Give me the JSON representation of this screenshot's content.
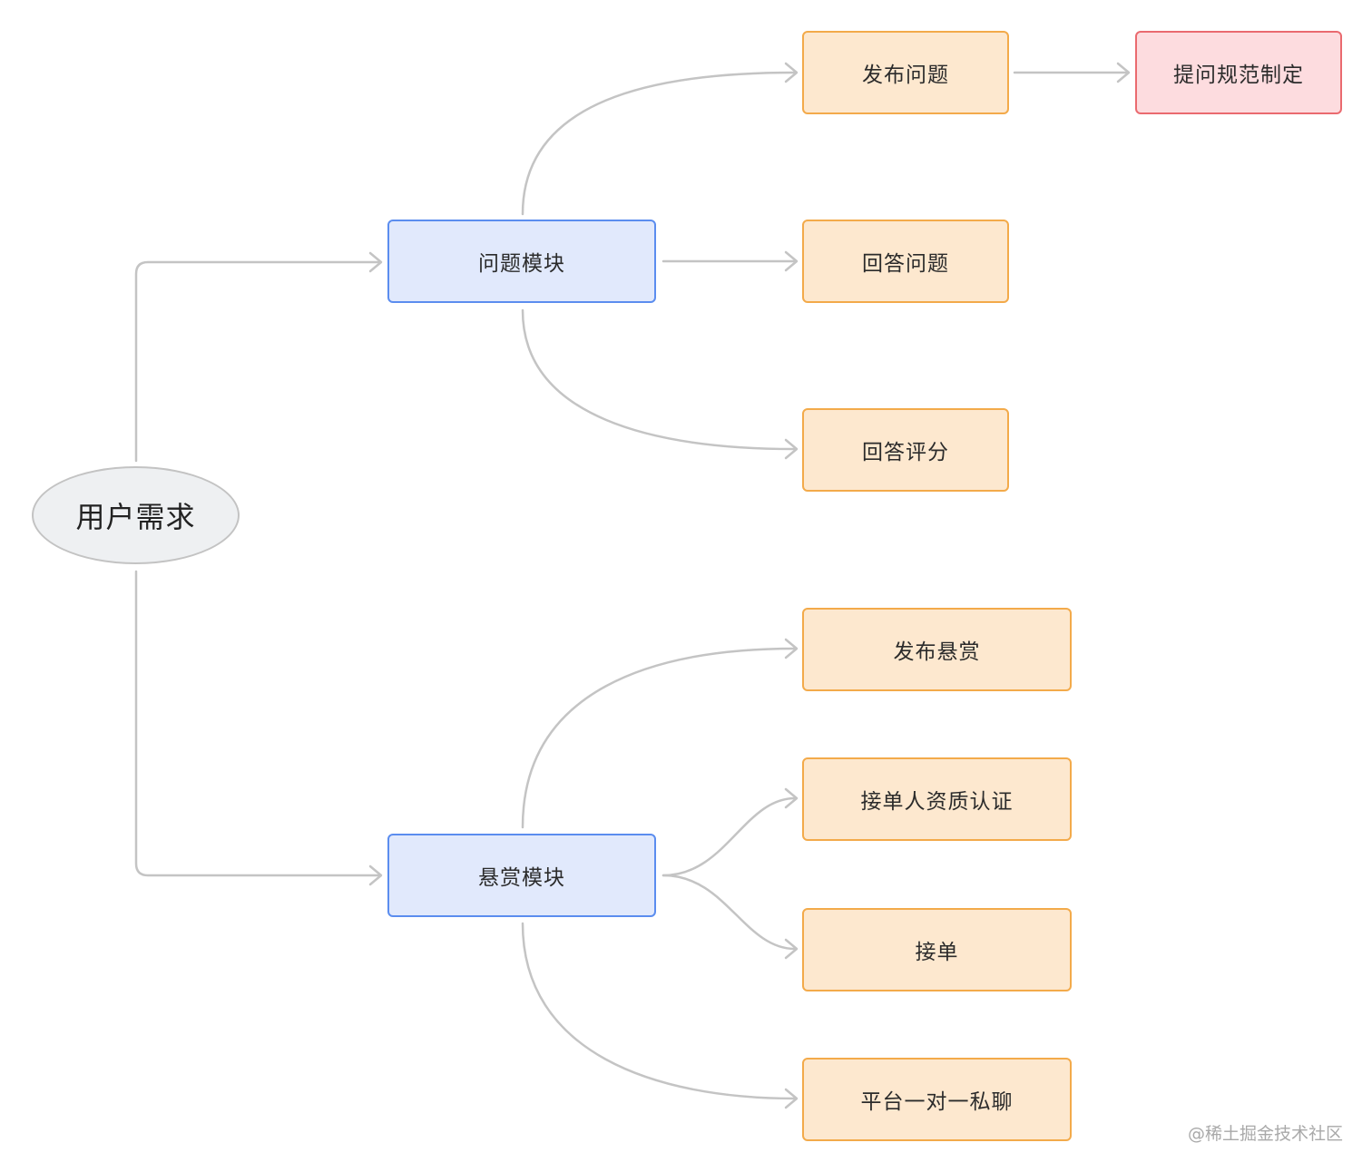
{
  "diagram": {
    "root": {
      "label": "用户需求"
    },
    "modules": [
      {
        "label": "问题模块"
      },
      {
        "label": "悬赏模块"
      }
    ],
    "question_children": [
      {
        "label": "发布问题"
      },
      {
        "label": "回答问题"
      },
      {
        "label": "回答评分"
      }
    ],
    "question_grandchild": {
      "label": "提问规范制定"
    },
    "bounty_children": [
      {
        "label": "发布悬赏"
      },
      {
        "label": "接单人资质认证"
      },
      {
        "label": "接单"
      },
      {
        "label": "平台一对一私聊"
      }
    ]
  },
  "watermark": "@稀土掘金技术社区",
  "colors": {
    "connector": "#c4c4c4",
    "root_fill": "#eef0f2",
    "module_fill": "#e1e9fc",
    "module_border": "#5b8def",
    "leaf_fill": "#fde8cf",
    "leaf_border": "#f3aa4a",
    "leaf_red_fill": "#fddcdf",
    "leaf_red_border": "#ea6a6f"
  }
}
